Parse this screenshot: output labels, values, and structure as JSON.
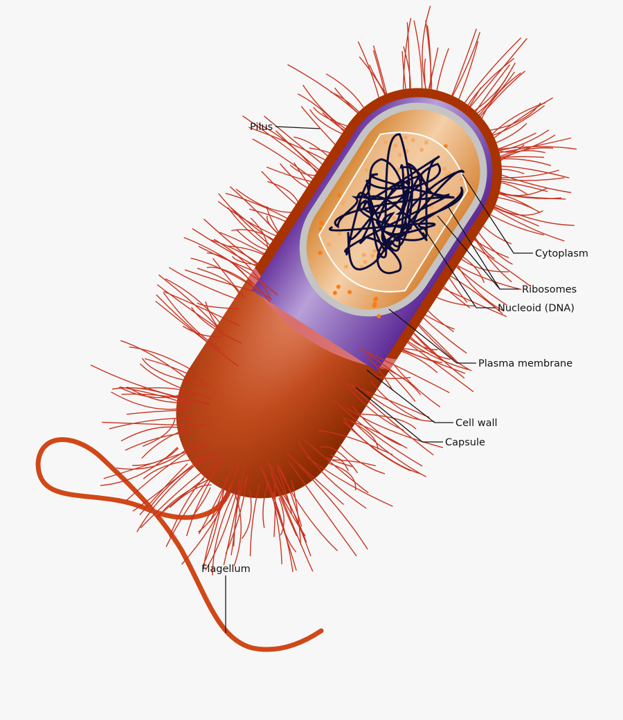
{
  "labels": {
    "pilus": "Pilus",
    "cytoplasm": "Cytoplasm",
    "ribosomes": "Ribosomes",
    "nucleoid": "Nucleoid (DNA)",
    "plasma_membrane": "Plasma membrane",
    "cell_wall": "Cell wall",
    "capsule": "Capsule",
    "flagellum": "Flagellum"
  },
  "colors": {
    "background": "#f7f7f7",
    "capsule": "#a83200",
    "pili": "#c8321e",
    "cell_wall": "#7a44a8",
    "plasma_membrane": "#c0c0c0",
    "cytoplasm": "#e8a868",
    "ribosomes": "#ff7a10",
    "dna": "#0c0c3a",
    "flagellum": "#d04818"
  }
}
